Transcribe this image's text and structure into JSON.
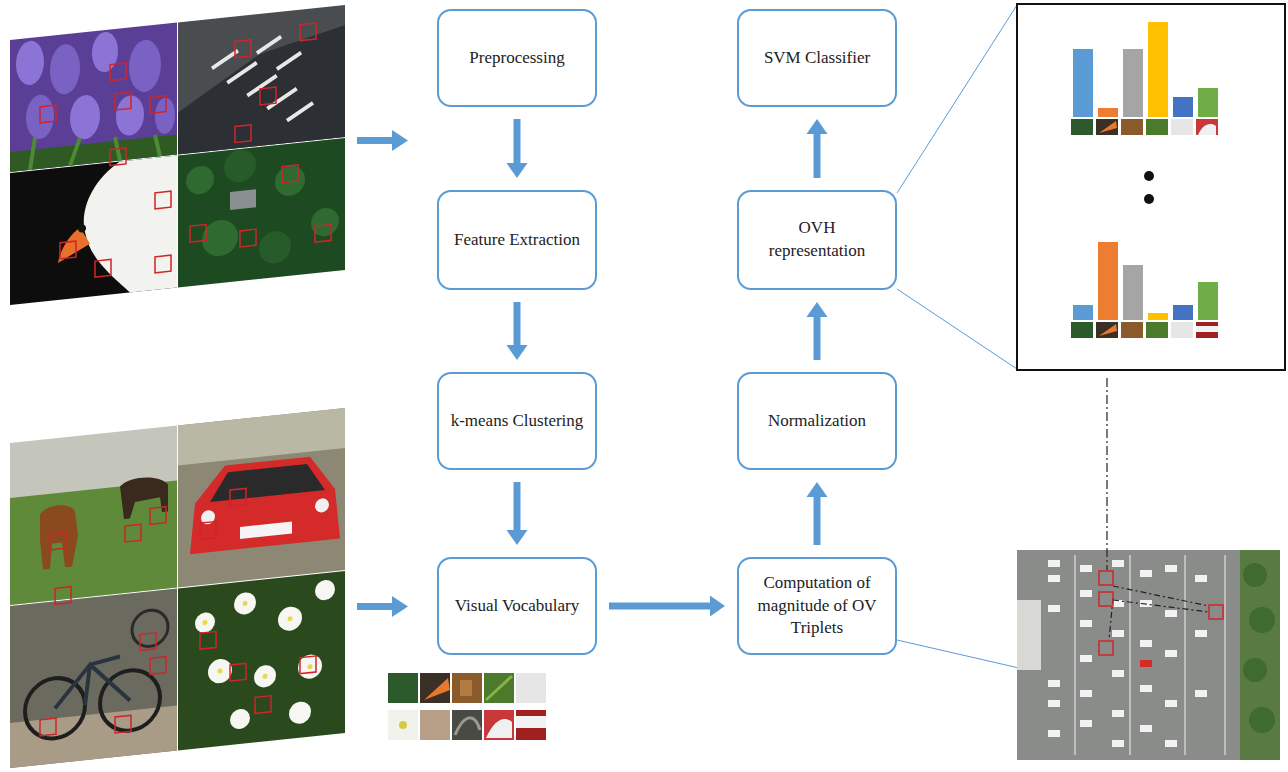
{
  "diagram": {
    "nodes": [
      {
        "text": [
          "Preprocessing"
        ]
      },
      {
        "text": [
          "Feature Extraction"
        ]
      },
      {
        "text": [
          "k-means Clustering"
        ]
      },
      {
        "text": [
          "Visual Vocabulary"
        ]
      },
      {
        "text": [
          "Computation of magnitude of OV Triplets"
        ]
      },
      {
        "text": [
          "Normalization"
        ]
      },
      {
        "text": [
          "OVH representation"
        ]
      },
      {
        "text": [
          "SVM Classifier"
        ]
      }
    ],
    "edges": [
      {
        "from": 0,
        "to": 1,
        "arrow": "to"
      },
      {
        "from": 1,
        "to": 2,
        "arrow": "to"
      },
      {
        "from": 2,
        "to": 3,
        "arrow": "to"
      },
      {
        "from": 3,
        "to": 4,
        "arrow": "to"
      },
      {
        "from": 4,
        "to": 5,
        "arrow": "to"
      },
      {
        "from": 5,
        "to": 6,
        "arrow": "to"
      },
      {
        "from": 6,
        "to": 7,
        "arrow": "to"
      }
    ]
  }
}
